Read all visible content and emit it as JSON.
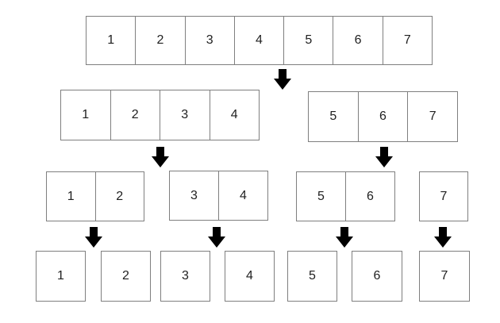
{
  "diagram": {
    "type": "merge-sort-divide-tree",
    "levels": {
      "l1": {
        "cells": [
          "1",
          "2",
          "3",
          "4",
          "5",
          "6",
          "7"
        ]
      },
      "l2a": {
        "cells": [
          "1",
          "2",
          "3",
          "4"
        ]
      },
      "l2b": {
        "cells": [
          "5",
          "6",
          "7"
        ]
      },
      "l3a": {
        "cells": [
          "1",
          "2"
        ]
      },
      "l3b": {
        "cells": [
          "3",
          "4"
        ]
      },
      "l3c": {
        "cells": [
          "5",
          "6"
        ]
      },
      "l3d": {
        "cells": [
          "7"
        ]
      },
      "l4": {
        "cells": [
          "1",
          "2",
          "3",
          "4",
          "5",
          "6",
          "7"
        ]
      }
    },
    "icons": {
      "arrow": "down-arrow"
    },
    "arrow_count": 7
  },
  "colors": {
    "background": "#ffffff",
    "box_fill": "#ffffff",
    "box_border": "#7f7f7f",
    "arrow": "#000000",
    "text": "#1f1f1f"
  }
}
